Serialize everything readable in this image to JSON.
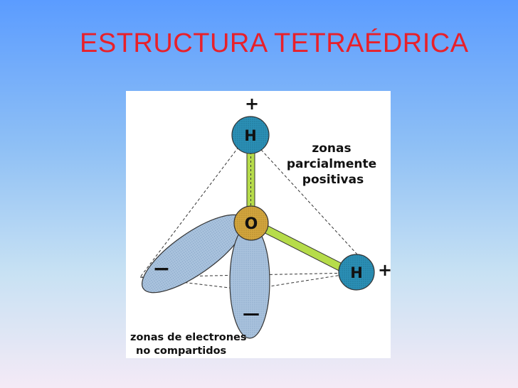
{
  "slide": {
    "title": "ESTRUCTURA TETRAÉDRICA"
  },
  "diagram": {
    "atoms": {
      "oxygen": "O",
      "hydrogen_top": "H",
      "hydrogen_right": "H"
    },
    "charges": {
      "top_plus": "+",
      "right_plus": "+",
      "left_minus": "−",
      "bottom_minus": "—"
    },
    "labels": {
      "positive_zone_line1": "zonas",
      "positive_zone_line2": "parcialmente",
      "positive_zone_line3": "positivas",
      "lone_pair_line1": "zonas de electrones",
      "lone_pair_line2": "no compartidos"
    },
    "colors": {
      "title": "#e8202a",
      "hydrogen": "#2b8fb5",
      "oxygen": "#d2a53e",
      "bond": "#b6dc4a",
      "lobe": "#a9c2dd"
    }
  }
}
